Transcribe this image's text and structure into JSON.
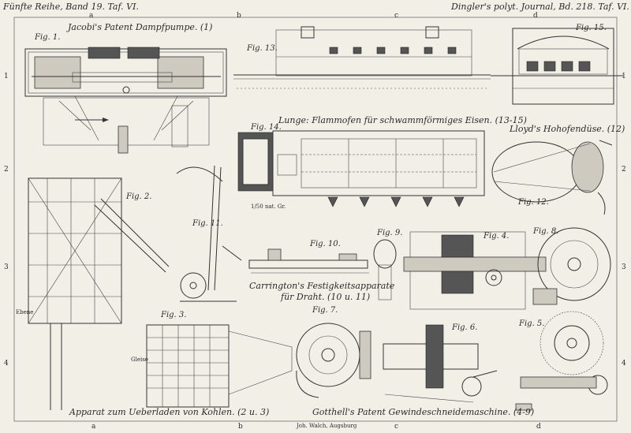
{
  "header": {
    "left": "Fünfte Reihe, Band 19. Taf. VI.",
    "right": "Dingler's polyt. Journal, Bd. 218. Taf. VI."
  },
  "columns": [
    "a",
    "b",
    "c",
    "d"
  ],
  "rows": [
    "1",
    "2",
    "3",
    "4"
  ],
  "captions": {
    "jacobi": "Jacobi's Patent Dampfpumpe. (1)",
    "lunge": "Lunge: Flammofen für schwammförmiges Eisen. (13-15)",
    "lloyd": "Lloyd's Hohofendüse. (12)",
    "carrington_1": "Carrington's Festigkeitsapparate",
    "carrington_2": "für Draht. (10 u. 11)",
    "apparat": "Apparat zum Ueberladen von Kohlen. (2 u. 3)",
    "gotthell": "Gotthell's Patent Gewindeschneidemaschine. (4-9)",
    "scale": "1/50 nat. Gr.",
    "imprint": "Joh. Walch, Augsburg"
  },
  "figures": {
    "f1": "Fig. 1.",
    "f2": "Fig. 2.",
    "f3": "Fig. 3.",
    "f4": "Fig. 4.",
    "f5": "Fig. 5.",
    "f6": "Fig. 6.",
    "f7": "Fig. 7.",
    "f8": "Fig. 8.",
    "f9": "Fig. 9.",
    "f10": "Fig. 10.",
    "f11": "Fig. 11.",
    "f12": "Fig. 12.",
    "f13": "Fig. 13.",
    "f14": "Fig. 14.",
    "f15": "Fig. 15."
  },
  "annotations": {
    "oben": "Ebene",
    "gleise": "Gleise"
  },
  "colors": {
    "paper": "#f2efe7",
    "ink": "#2a2a2a"
  }
}
